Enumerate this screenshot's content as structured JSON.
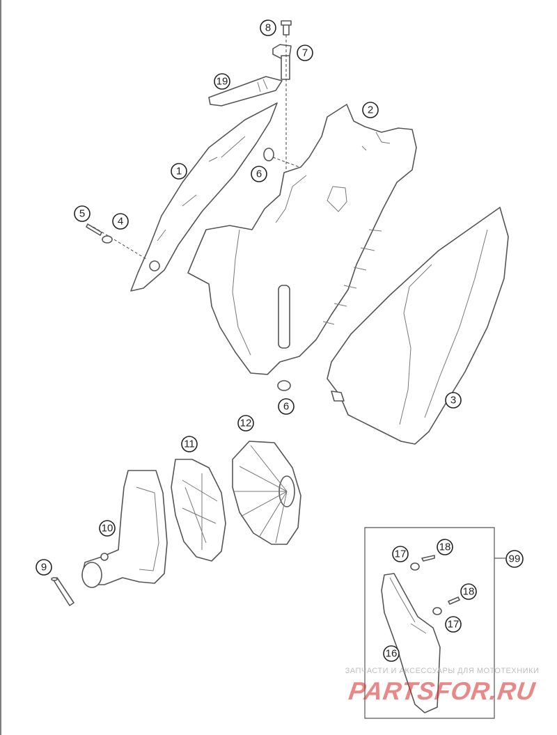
{
  "callouts": {
    "c1": "1",
    "c2": "2",
    "c3": "3",
    "c4": "4",
    "c5": "5",
    "c6a": "6",
    "c6b": "6",
    "c7": "7",
    "c8": "8",
    "c9": "9",
    "c10": "10",
    "c11": "11",
    "c12": "12",
    "c16": "16",
    "c17a": "17",
    "c17b": "17",
    "c18a": "18",
    "c18b": "18",
    "c19": "19",
    "c99": "99"
  },
  "watermark": {
    "tagline": "ЗАПЧАСТИ И АКСЕССУАРЫ ДЛЯ МОТОТЕХНИКИ",
    "logo": "PARTSFOR.RU"
  }
}
